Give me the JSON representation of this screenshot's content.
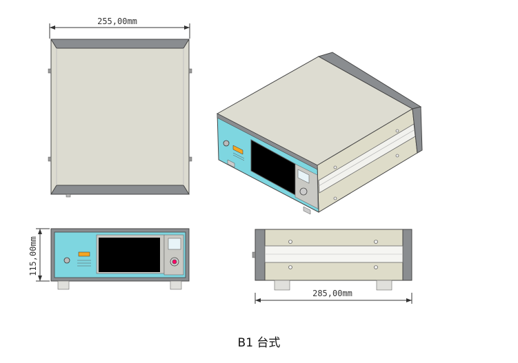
{
  "dimensions": {
    "width_label": "255,00mm",
    "height_label": "115,00mm",
    "depth_label": "285,00mm"
  },
  "caption": "B1 台式",
  "colors": {
    "panel_face": "#d9d8cc",
    "end_cap": "#8a8d90",
    "front_panel": "#7ed6e0",
    "screen": "#000000",
    "warning_label": "#f5a623",
    "line": "#333333"
  }
}
